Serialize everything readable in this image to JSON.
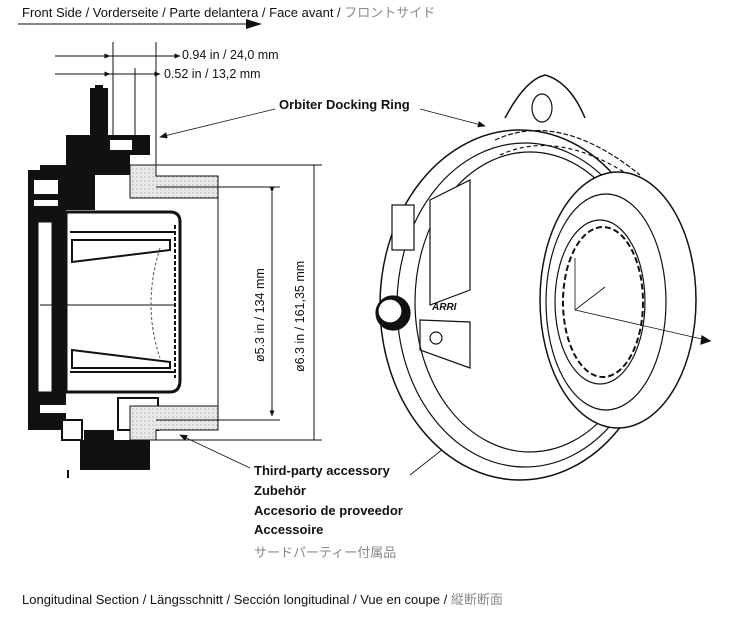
{
  "header": {
    "title": "Front Side / Vorderseite / Parte delantera / Face avant / ",
    "title_jp": "フロントサイド"
  },
  "dimensions": {
    "depth_outer": "0.94 in / 24,0 mm",
    "depth_inner": "0.52 in / 13,2 mm",
    "diameter_inner": "ø5.3 in / 134 mm",
    "diameter_outer": "ø6.3 in / 161,35 mm"
  },
  "labels": {
    "docking_ring": "Orbiter Docking Ring",
    "accessory": [
      "Third-party accessory",
      "Zubehör",
      "Accesorio de proveedor",
      "Accessoire"
    ],
    "accessory_jp": "サードパーティー付属品",
    "brand_logo": "ARRI"
  },
  "footer": {
    "caption": "Longitudinal Section / Längsschnitt / Sección longitudinal / Vue en coupe / ",
    "caption_jp": "縦断断面"
  },
  "colors": {
    "line": "#111111",
    "accessory_fill": "#e4e4e4",
    "jp_text": "#8a8a8a"
  }
}
